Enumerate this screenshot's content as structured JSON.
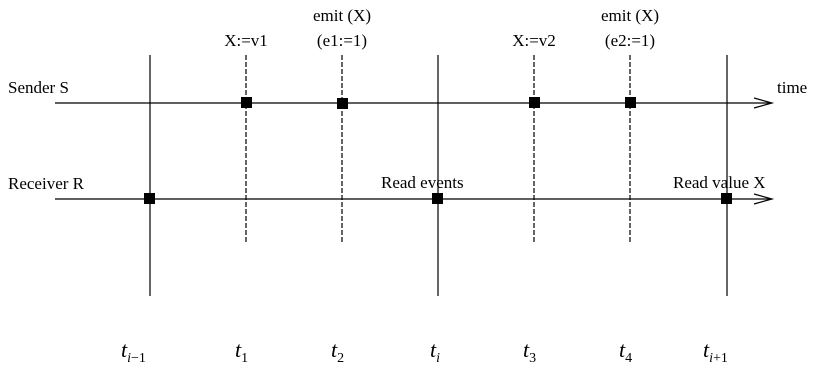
{
  "timelines": {
    "sender": {
      "label": "Sender S"
    },
    "receiver": {
      "label": "Receiver R"
    },
    "axis_label": "time"
  },
  "annotations": {
    "t1": {
      "line1": "X:=v1"
    },
    "t2": {
      "line1": "emit (X)",
      "line2": "(e1:=1)"
    },
    "t3": {
      "line1": "X:=v2"
    },
    "t4": {
      "line1": "emit (X)",
      "line2": "(e2:=1)"
    },
    "read_events": "Read events",
    "read_value": "Read value X"
  },
  "time_labels": {
    "t_im1": {
      "base": "t",
      "sub_i": "i",
      "sub_rest": "−1"
    },
    "t1": {
      "base": "t",
      "sub": "1"
    },
    "t2": {
      "base": "t",
      "sub": "2"
    },
    "ti": {
      "base": "t",
      "sub_i": "i"
    },
    "t3": {
      "base": "t",
      "sub": "3"
    },
    "t4": {
      "base": "t",
      "sub": "4"
    },
    "t_ip1": {
      "base": "t",
      "sub_i": "i",
      "sub_rest": "+1"
    }
  }
}
